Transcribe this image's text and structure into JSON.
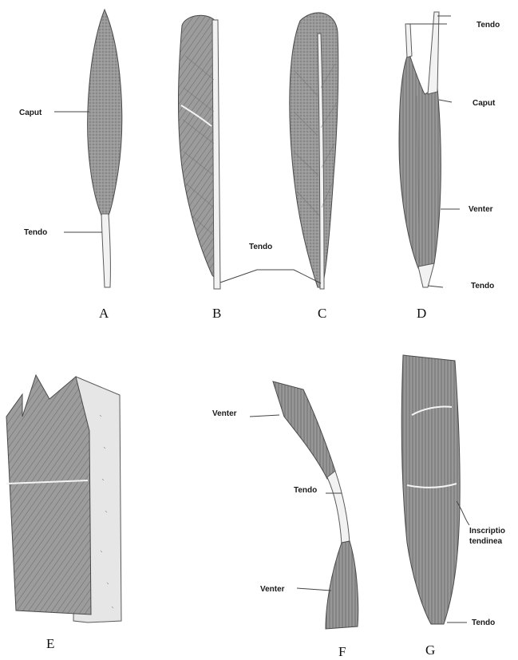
{
  "figures": [
    {
      "letter": "A",
      "labels": [
        "Caput",
        "Tendo"
      ]
    },
    {
      "letter": "B",
      "labels": []
    },
    {
      "letter": "C",
      "labels": []
    },
    {
      "letter": "D",
      "labels": [
        "Tendo",
        "Caput",
        "Venter",
        "Tendo"
      ]
    },
    {
      "letter": "E",
      "labels": []
    },
    {
      "letter": "F",
      "labels": [
        "Venter",
        "Tendo",
        "Venter"
      ]
    },
    {
      "letter": "G",
      "labels": [
        "Inscriptio tendinea",
        "Tendo"
      ]
    }
  ],
  "shared_labels": {
    "bc_tendon": "Tendo"
  },
  "colors": {
    "muscle": "#8f8f8f",
    "tendon": "#f2f2f2",
    "outline": "#4a4a4a"
  }
}
